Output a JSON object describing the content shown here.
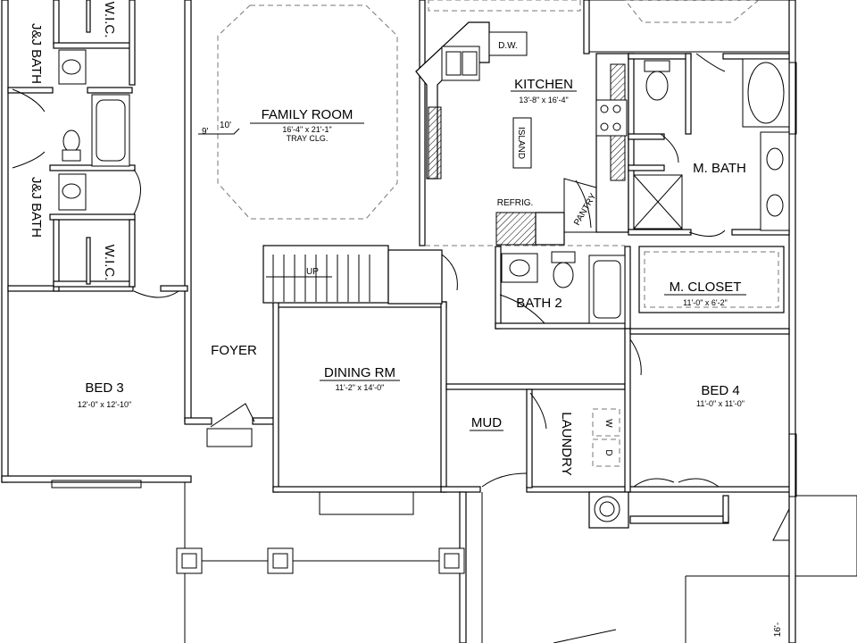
{
  "rooms": {
    "family_room": {
      "name": "FAMILY ROOM",
      "dim": "16'-4\" x 21'-1\"",
      "note": "TRAY CLG."
    },
    "kitchen": {
      "name": "KITCHEN",
      "dim": "13'-8\" x 16'-4\""
    },
    "island": "ISLAND",
    "dw": "D.W.",
    "refrig": "REFRIG.",
    "pantry": "PANTRY",
    "m_bath": {
      "name": "M. BATH"
    },
    "m_closet": {
      "name": "M. CLOSET",
      "dim": "11'-0\" x 6'-2\""
    },
    "bath2": {
      "name": "BATH 2"
    },
    "jj_bath_top": "J&J BATH",
    "jj_bath_bottom": "J&J BATH",
    "wic_top": "W.I.C.",
    "wic_bottom": "W.I.C.",
    "foyer": "FOYER",
    "dining": {
      "name": "DINING RM",
      "dim": "11'-2\" x 14'-0\""
    },
    "bed3": {
      "name": "BED 3",
      "dim": "12'-0\" x 12'-10\""
    },
    "bed4": {
      "name": "BED 4",
      "dim": "11'-0\" x 11'-0\""
    },
    "mud": "MUD",
    "laundry": "LAUNDRY",
    "washer": "W",
    "dryer": "D",
    "stair_up": "UP",
    "ceiling_9": "9'",
    "ceiling_10": "10'",
    "garage_dim": "16'-"
  }
}
